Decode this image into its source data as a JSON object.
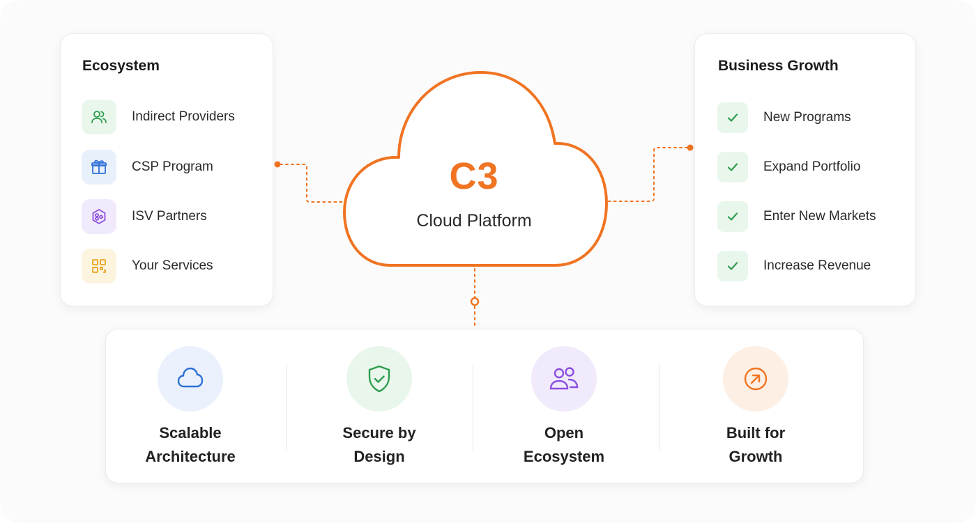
{
  "ecosystem": {
    "title": "Ecosystem",
    "items": [
      {
        "label": "Indirect Providers",
        "icon": "users-icon",
        "color": "#2e9d4e",
        "bg": "#e9f6ec"
      },
      {
        "label": "CSP Program",
        "icon": "gift-icon",
        "color": "#2f6fd6",
        "bg": "#e8f0fc"
      },
      {
        "label": "ISV Partners",
        "icon": "share-nodes-icon",
        "color": "#8a4fe0",
        "bg": "#f1eafc"
      },
      {
        "label": "Your Services",
        "icon": "qr-grid-icon",
        "color": "#e7a21b",
        "bg": "#fdf4e0"
      }
    ]
  },
  "platform": {
    "name": "C3",
    "subtitle": "Cloud Platform",
    "accent": "#f07422"
  },
  "growth": {
    "title": "Business Growth",
    "items": [
      {
        "label": "New Programs",
        "icon": "check-icon"
      },
      {
        "label": "Expand Portfolio",
        "icon": "check-icon"
      },
      {
        "label": "Enter New Markets",
        "icon": "check-icon"
      },
      {
        "label": "Increase Revenue",
        "icon": "check-icon"
      }
    ],
    "check_color": "#2e9d4e"
  },
  "features": [
    {
      "line1": "Scalable",
      "line2": "Architecture",
      "icon": "cloud-icon",
      "color": "#2f6fd6",
      "bg": "#eaf1fc"
    },
    {
      "line1": "Secure by",
      "line2": "Design",
      "icon": "shield-check-icon",
      "color": "#2e9d4e",
      "bg": "#e9f6ec"
    },
    {
      "line1": "Open",
      "line2": "Ecosystem",
      "icon": "people-icon",
      "color": "#8a4fe0",
      "bg": "#f1eafc"
    },
    {
      "line1": "Built for",
      "line2": "Growth",
      "icon": "arrow-up-right-icon",
      "color": "#f07422",
      "bg": "#fdefe4"
    }
  ]
}
